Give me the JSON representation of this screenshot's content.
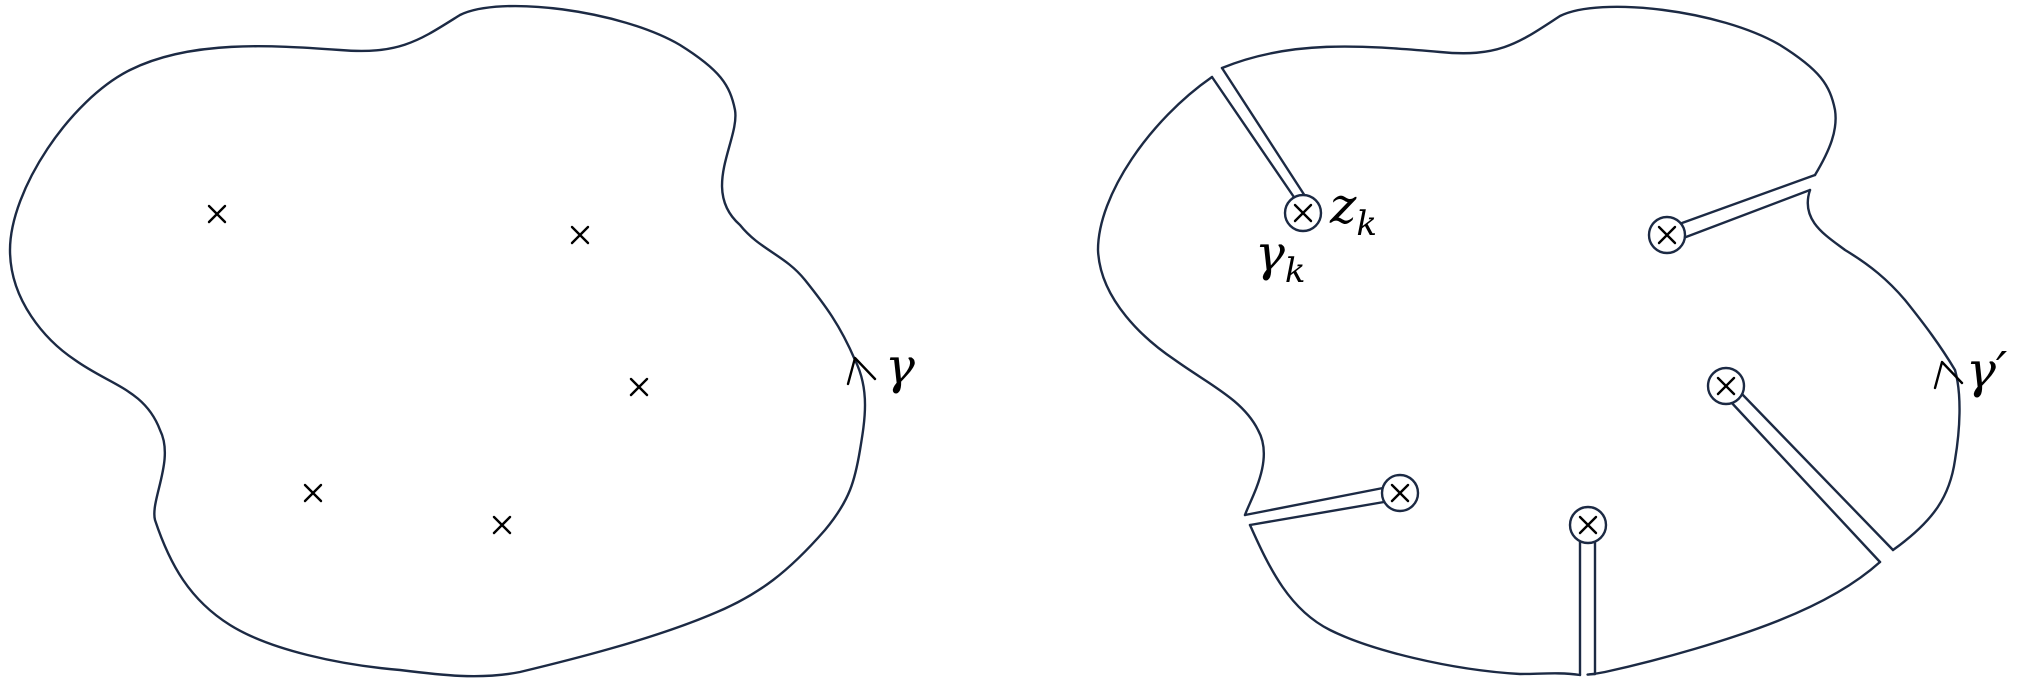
{
  "diagram": {
    "left_panel": {
      "contour_label": "γ",
      "poles": [
        "pole-1",
        "pole-2",
        "pole-3",
        "pole-4",
        "pole-5"
      ]
    },
    "right_panel": {
      "contour_label": "γ",
      "contour_prime": "′",
      "point_label": "z",
      "point_subscript": "k",
      "circle_label": "γ",
      "circle_subscript": "k",
      "poles": [
        "pole-1",
        "pole-2",
        "pole-3",
        "pole-4",
        "pole-5"
      ]
    },
    "colors": {
      "curve": "#1c2a44",
      "marks": "#000000",
      "background": "#ffffff"
    }
  }
}
